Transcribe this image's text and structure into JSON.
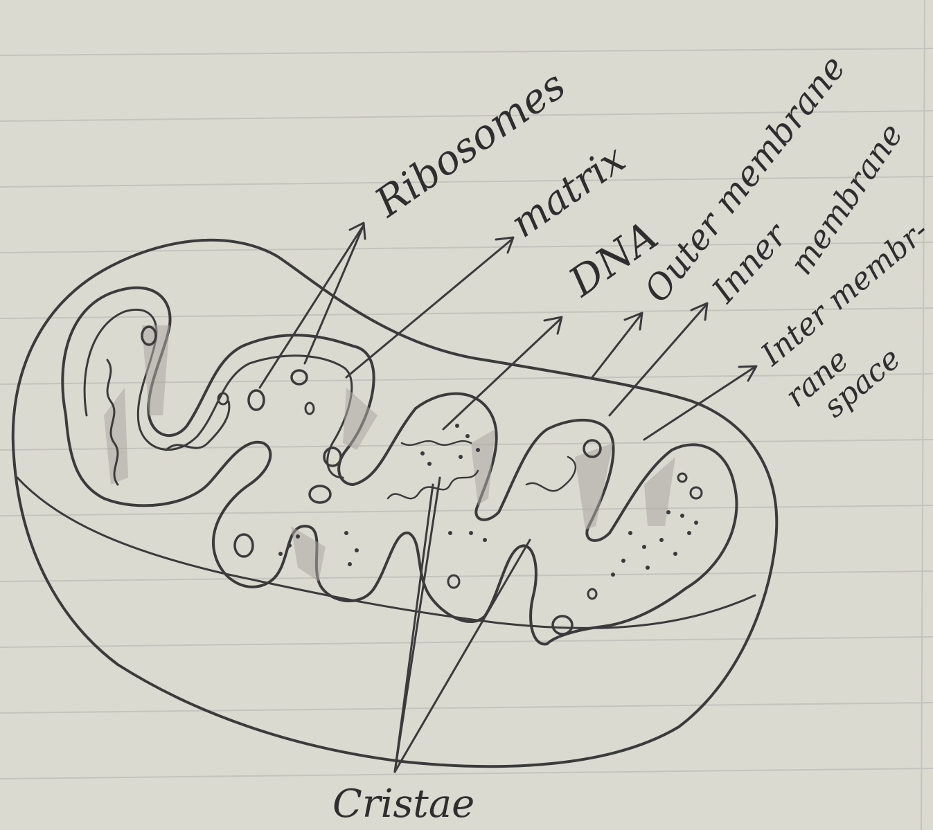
{
  "labels": {
    "ribosomes": "Ribosomes",
    "matrix": "matrix",
    "dna": "DNA",
    "outer_membrane": "Outer membrane",
    "inner_membrane_line1": "Inner",
    "inner_membrane_line2": "membrane",
    "intermembrane_line1": "Inter membr-",
    "intermembrane_line2": "rane",
    "intermembrane_line3": "space",
    "cristae": "Cristae"
  },
  "colors": {
    "paper": "#dbdad1",
    "pencil": "#3b3b3b",
    "shading": "#a9a8a1"
  }
}
